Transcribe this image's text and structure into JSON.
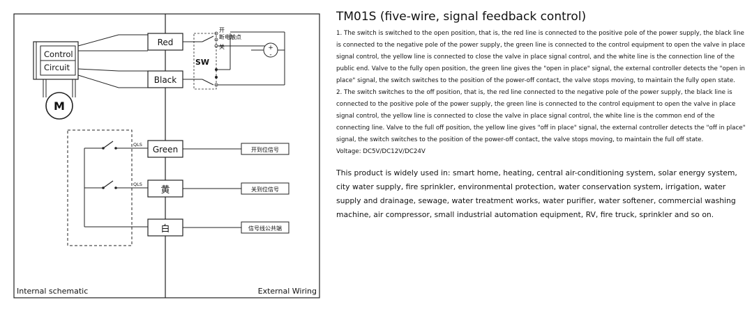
{
  "diagram": {
    "labels": {
      "control": "Control",
      "circuit": "Circuit",
      "motor": "M",
      "sw": "SW",
      "open": "开",
      "power_off_contact": "断电触点",
      "close": "关",
      "qls_upper": "QLS",
      "qls_lower": "QLS",
      "internal": "Internal schematic",
      "external": "External Wiring"
    },
    "wires": {
      "red": "Red",
      "black": "Black",
      "green": "Green",
      "yellow": "黄",
      "white": "白"
    },
    "signals": {
      "open_signal": "开到位信号",
      "close_signal": "关到位信号",
      "common": "信号线公共端"
    }
  },
  "text": {
    "title": "TM01S (five-wire, signal feedback control)",
    "paragraph1": "1. The switch is switched to the open position, that is, the red line is connected to the positive pole of the power supply, the black line is connected to the negative pole of the power supply, the green line is connected to the control equipment to open the valve in place signal control, the yellow line is connected to close the valve in place signal control, and the white line is the connection line of the public end. Valve to the fully open position, the green line gives the \"open in place\" signal, the external controller detects the \"open in place\" signal, the switch switches to the position of the power-off contact, the valve stops moving, to maintain the fully open state.",
    "paragraph2": "2. The switch switches to the off position, that is, the red line connected to the negative pole of the power supply, the black line is connected to the positive pole of the power supply, the green line is connected to the control equipment to open the valve in place signal control, the yellow line is connected to close the valve in place signal control, the white line is the common end of the connecting line. Valve to the full off position, the yellow line gives \"off in place\" signal, the external controller detects the \"off in place\" signal, the switch switches to the position of the power-off contact, the valve stops moving, to maintain the full off state.",
    "voltage": "Voltage: DC5V/DC12V/DC24V",
    "applications": "This product is widely used in: smart home, heating, central air-conditioning system, solar energy system, city water supply, fire sprinkler, environmental protection, water conservation system, irrigation, water supply and drainage, sewage, water treatment works, water purifier, water softener, commercial washing machine, air compressor, small industrial automation equipment, RV, fire truck, sprinkler and so on."
  }
}
